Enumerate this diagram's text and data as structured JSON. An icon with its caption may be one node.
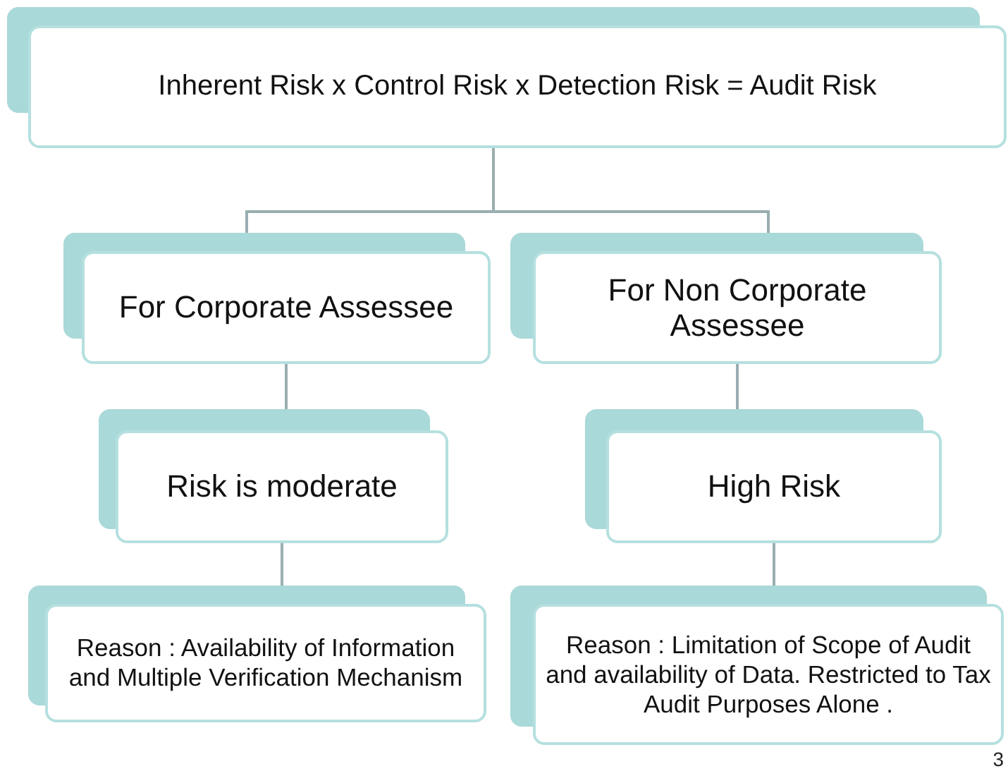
{
  "diagram": {
    "nodes": [
      {
        "text": [
          "Inherent Risk x Control Risk x Detection Risk = Audit Risk"
        ]
      },
      {
        "text": [
          "For Corporate Assessee"
        ]
      },
      {
        "text": [
          "For Non Corporate Assessee"
        ]
      },
      {
        "text": [
          "Risk is moderate"
        ]
      },
      {
        "text": [
          "High Risk"
        ]
      },
      {
        "text": [
          "Reason : Availability of Information and Multiple Verification Mechanism"
        ]
      },
      {
        "text": [
          "Reason : Limitation of Scope of Audit and availability of Data. Restricted to Tax Audit Purposes Alone ."
        ]
      }
    ],
    "edges": [
      {
        "from": 0,
        "to": 1,
        "arrow": "none"
      },
      {
        "from": 0,
        "to": 2,
        "arrow": "none"
      },
      {
        "from": 1,
        "to": 3,
        "arrow": "none"
      },
      {
        "from": 2,
        "to": 4,
        "arrow": "none"
      },
      {
        "from": 3,
        "to": 5,
        "arrow": "none"
      },
      {
        "from": 4,
        "to": 6,
        "arrow": "none"
      }
    ],
    "labels": [
      "3"
    ]
  }
}
